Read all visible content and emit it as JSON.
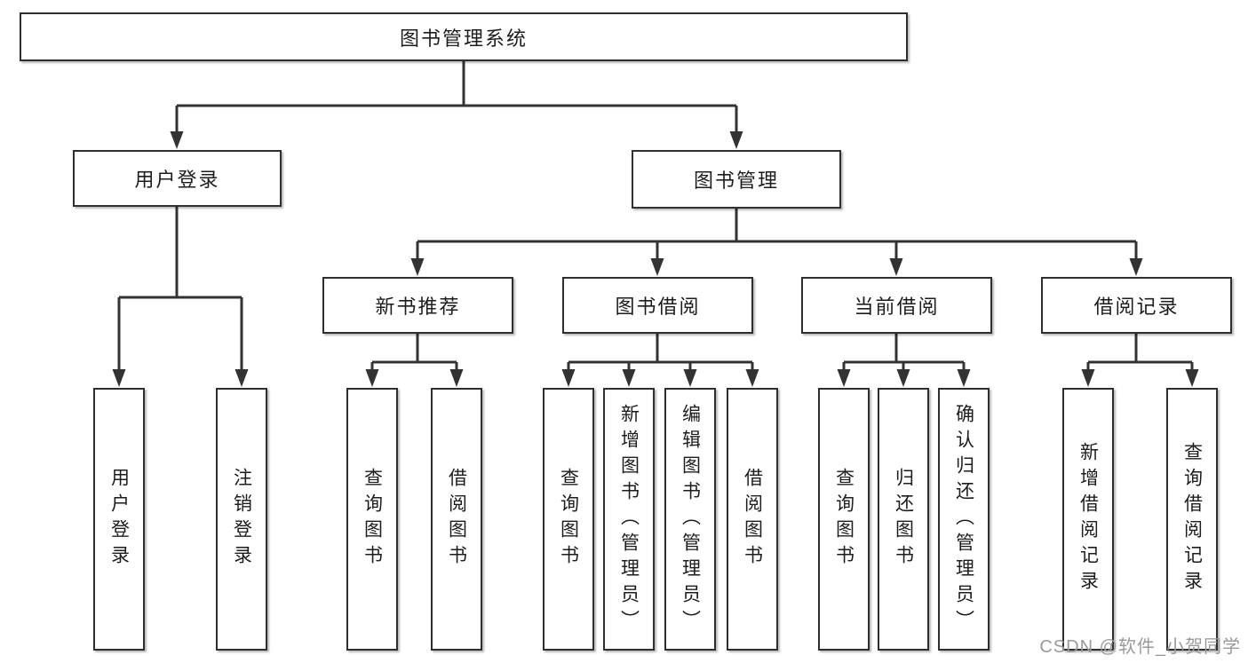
{
  "diagram_type": "hierarchy-tree",
  "nodes": {
    "root": "图书管理系统",
    "level2": {
      "user_login": "用户登录",
      "book_management": "图书管理"
    },
    "level3": {
      "new_book": "新书推荐",
      "book_borrow": "图书借阅",
      "current_borrow": "当前借阅",
      "borrow_records": "借阅记录"
    },
    "leaves": {
      "user_login": [
        "用户登录",
        "注销登录"
      ],
      "new_book": [
        "查询图书",
        "借阅图书"
      ],
      "book_borrow": [
        "查询图书",
        "新增图书（管理员）",
        "编辑图书（管理员）",
        "借阅图书"
      ],
      "current_borrow": [
        "查询图书",
        "归还图书",
        "确认归还（管理员）"
      ],
      "borrow_records": [
        "新增借阅记录",
        "查询借阅记录"
      ]
    }
  },
  "watermark": "CSDN @软件_小贺同学",
  "colors": {
    "line": "#333333",
    "box_border": "#2f2f2f",
    "text": "#1d1d1d",
    "watermark": "#9a9a9a",
    "background": "#ffffff"
  }
}
